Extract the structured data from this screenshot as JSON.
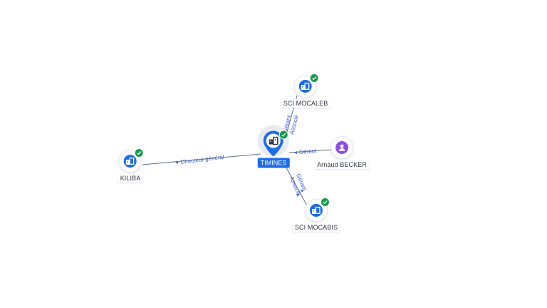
{
  "center": {
    "label": "TIMINES",
    "type": "company",
    "verified": true,
    "icon": "building-icon"
  },
  "nodes": [
    {
      "id": "mocaleb",
      "label": "SCI MOCALEB",
      "type": "company",
      "verified": true,
      "icon": "building-icon"
    },
    {
      "id": "becker",
      "label": "Arnaud BECKER",
      "type": "person",
      "verified": false,
      "icon": "person-icon"
    },
    {
      "id": "kiliba",
      "label": "KILIBA",
      "type": "company",
      "verified": true,
      "icon": "building-icon"
    },
    {
      "id": "mocabis",
      "label": "SCI MOCABIS",
      "type": "company",
      "verified": true,
      "icon": "building-icon"
    }
  ],
  "edges": [
    {
      "from": "center",
      "to": "mocaleb",
      "labels": [
        "Gérant",
        "Associé"
      ]
    },
    {
      "from": "becker",
      "to": "center",
      "labels": [
        "Gérant"
      ]
    },
    {
      "from": "center",
      "to": "kiliba",
      "labels": [
        "Directeur général"
      ]
    },
    {
      "from": "center",
      "to": "mocabis",
      "labels": [
        "Gérant",
        "Associé"
      ]
    }
  ],
  "colors": {
    "company": "#1d6ce8",
    "person": "#8e4fe0",
    "verified": "#159b4a",
    "edge_label": "#3f63c4"
  }
}
